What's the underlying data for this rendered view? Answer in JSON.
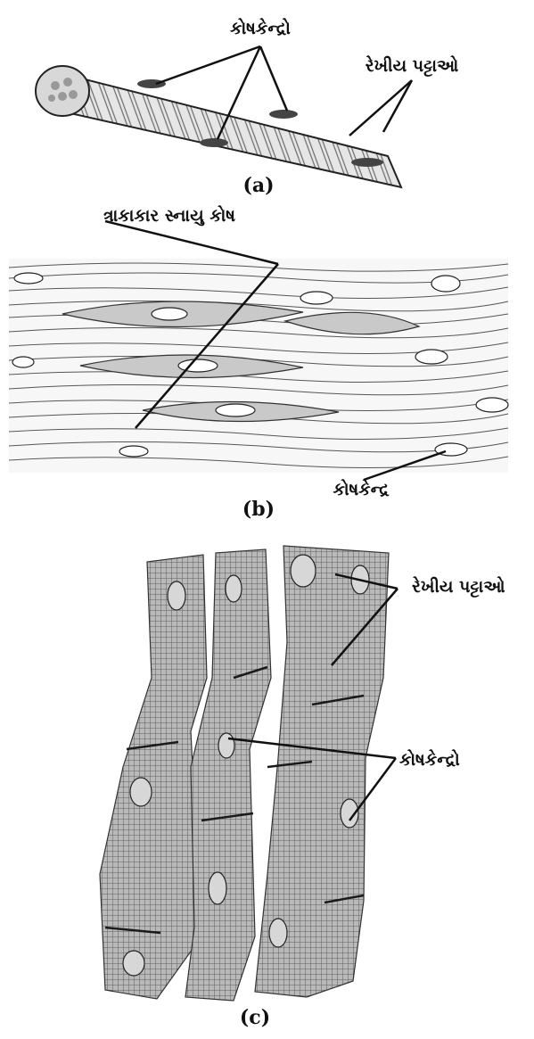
{
  "panel_a": {
    "caption": "(a)",
    "label_nuclei": "કોષકેન્દ્રો",
    "label_striations": "રેખીય પટ્ટાઓ"
  },
  "panel_b": {
    "caption": "(b)",
    "label_spindle_cell": "ત્રાકાકાર સ્નાયુ કોષ",
    "label_nucleus": "કોષકેન્દ્ર"
  },
  "panel_c": {
    "caption": "(c)",
    "label_striations": "રેખીય પટ્ટાઓ",
    "label_nuclei": "કોષકેન્દ્રો"
  },
  "colors": {
    "ink": "#1a1a1a",
    "tissue_gray": "#8a8a8a",
    "light_fill": "#efefef"
  }
}
